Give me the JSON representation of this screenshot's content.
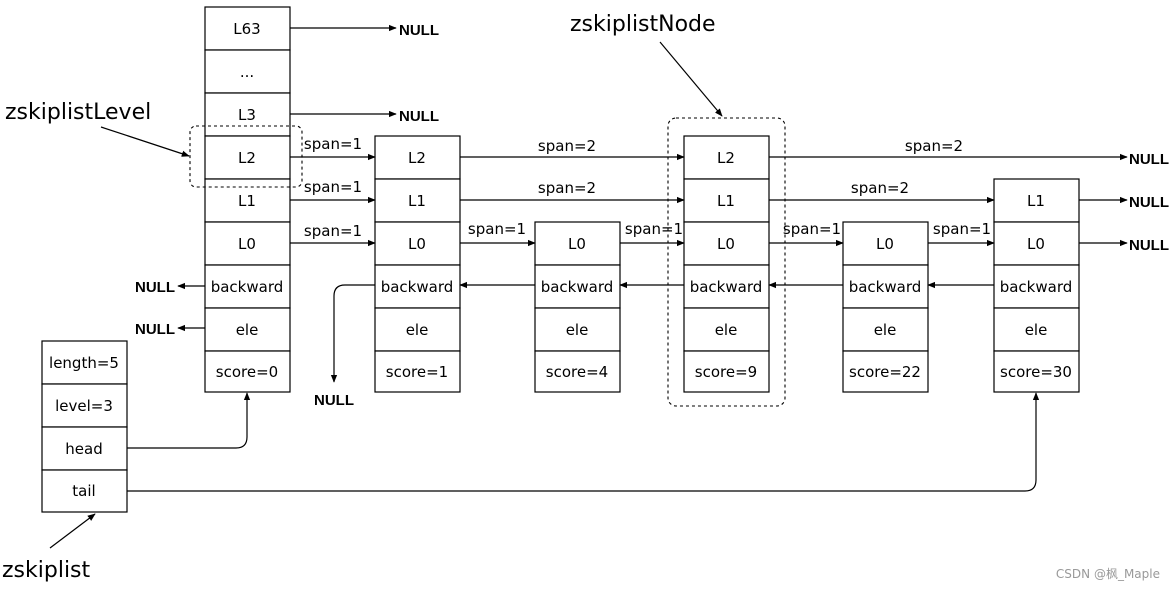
{
  "labels": {
    "zskiplistLevel": "zskiplistLevel",
    "zskiplistNode": "zskiplistNode",
    "zskiplist": "zskiplist"
  },
  "null_text": "NULL",
  "watermark": "CSDN @枫_Maple",
  "header_node": {
    "cells": [
      "L63",
      "...",
      "L3",
      "L2",
      "L1",
      "L0",
      "backward",
      "ele",
      "score=0"
    ]
  },
  "nodes": [
    {
      "cells": [
        "L2",
        "L1",
        "L0",
        "backward",
        "ele",
        "score=1"
      ]
    },
    {
      "cells": [
        "L0",
        "backward",
        "ele",
        "score=4"
      ]
    },
    {
      "cells": [
        "L2",
        "L1",
        "L0",
        "backward",
        "ele",
        "score=9"
      ]
    },
    {
      "cells": [
        "L0",
        "backward",
        "ele",
        "score=22"
      ]
    },
    {
      "cells": [
        "L1",
        "L0",
        "backward",
        "ele",
        "score=30"
      ]
    }
  ],
  "zskiplist": {
    "cells": [
      "length=5",
      "level=3",
      "head",
      "tail"
    ]
  },
  "spans": {
    "header_L2": "span=1",
    "header_L1": "span=1",
    "header_L0": "span=1",
    "n1_L2": "span=2",
    "n1_L1": "span=2",
    "n1_L0": "span=1",
    "n2_L0": "span=1",
    "n3_L2": "span=2",
    "n3_L1": "span=2",
    "n3_L0": "span=1",
    "n4_L0": "span=1"
  }
}
